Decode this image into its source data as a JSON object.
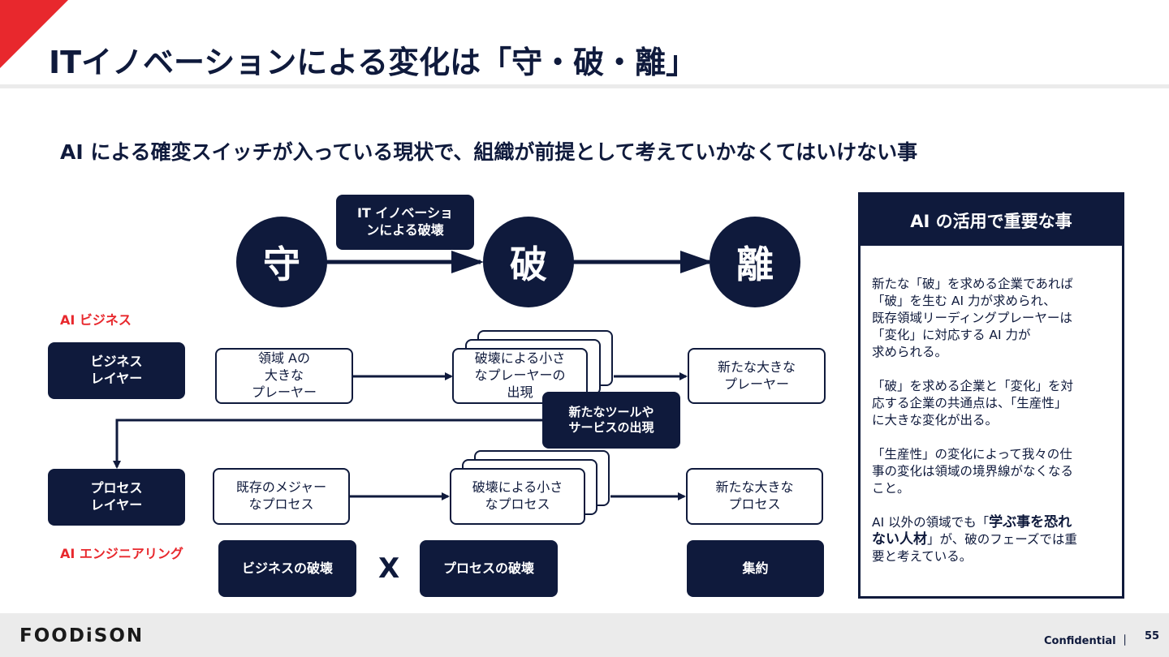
{
  "title": "ITイノベーションによる変化は「守・破・離」",
  "subtitle": "AI による確変スイッチが入っている現状で、組織が前提として考えていかなくてはいけない事",
  "stages": {
    "mamoru": "守",
    "yaburu": "破",
    "hanareru": "離"
  },
  "innovation_label_1": "IT イノベーショ",
  "innovation_label_2": "ンによる破壊",
  "ai_business_label": "AI ビジネス",
  "ai_engineering_label": "AI エンジニアリング",
  "business_layer": {
    "line1": "ビジネス",
    "line2": "レイヤー"
  },
  "process_layer": {
    "line1": "プロセス",
    "line2": "レイヤー"
  },
  "business_row": {
    "box1": [
      "領域 Aの",
      "大きな",
      "プレーヤー"
    ],
    "box2": [
      "破壊による小さ",
      "なプレーヤーの",
      "出現"
    ],
    "box3": [
      "新たな大きな",
      "プレーヤー"
    ]
  },
  "new_tools": [
    "新たなツールや",
    "サービスの出現"
  ],
  "process_row": {
    "box1": [
      "既存のメジャー",
      "なプロセス"
    ],
    "box2": [
      "破壊による小さ",
      "なプロセス"
    ],
    "box3": [
      "新たな大きな",
      "プロセス"
    ]
  },
  "bottom": {
    "business_destruction": "ビジネスの破壊",
    "x": "X",
    "process_destruction": "プロセスの破壊",
    "consolidation": "集約"
  },
  "panel": {
    "heading": "AI の活用で重要な事",
    "p1": [
      "新たな「破」を求める企業であれば",
      "「破」を生む AI 力が求められ、",
      "既存領域リーディングプレーヤーは",
      "「変化」に対応する AI 力が",
      "求められる。"
    ],
    "p2": [
      "「破」を求める企業と「変化」を対",
      "応する企業の共通点は、「生産性」",
      "に大きな変化が出る。"
    ],
    "p3": [
      "「生産性」の変化によって我々の仕",
      "事の変化は領域の境界線がなくなる",
      "こと。"
    ],
    "p4_a": "AI 以外の領域でも「",
    "p4_b": "学ぶ事を恐れ",
    "p4_c": "ない人材",
    "p4_d": "」が、破のフェーズでは重",
    "p4_e": "要と考えている。"
  },
  "footer": {
    "logo": "FOODiSON",
    "confidential": "Confidential ｜",
    "page": "55"
  },
  "colors": {
    "navy": "#0f1a3c",
    "red": "#e8282d",
    "grey": "#ebebeb"
  }
}
